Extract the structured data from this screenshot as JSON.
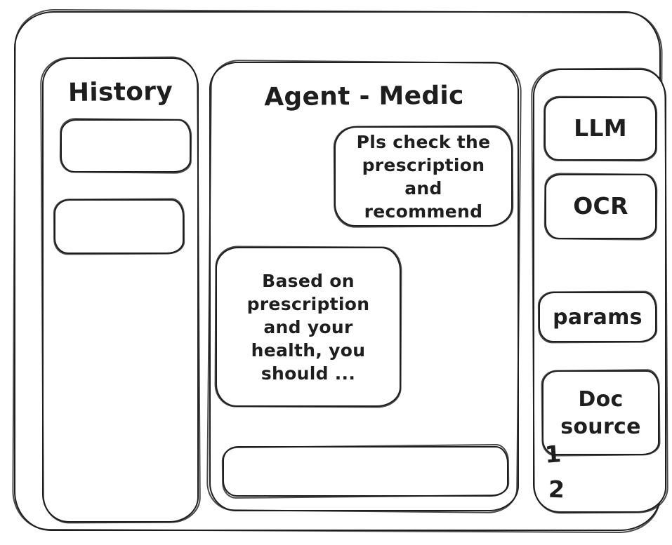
{
  "app": {
    "ink_color": "#1e1e1e",
    "background_color": "#ffffff"
  },
  "history_panel": {
    "title": "History",
    "items": [
      {
        "label": ""
      },
      {
        "label": ""
      }
    ]
  },
  "chat_panel": {
    "title": "Agent - Medic",
    "messages": [
      {
        "role": "user",
        "text": "Pls check the prescription and recommend"
      },
      {
        "role": "agent",
        "text": "Based on prescription and your health, you should ..."
      }
    ],
    "input": {
      "value": ""
    }
  },
  "tools_panel": {
    "buttons": [
      {
        "label": "LLM"
      },
      {
        "label": "OCR"
      },
      {
        "label": "params"
      },
      {
        "label": "Doc source"
      }
    ],
    "doc_source_items": [
      "1",
      "2"
    ]
  }
}
